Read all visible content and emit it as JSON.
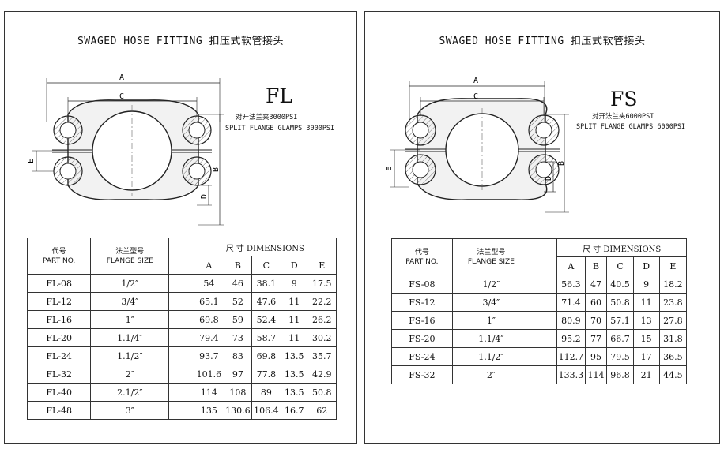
{
  "panels": [
    {
      "title": "SWAGED HOSE FITTING  扣压式软管接头",
      "series_code": "FL",
      "spec_cn": "对开法兰夹3000PSI",
      "spec_en": "SPLIT FLANGE GLAMPS 3000PSI",
      "dimension_labels": [
        "A",
        "C",
        "B",
        "E",
        "D"
      ],
      "table": {
        "code_header_cn": "代号",
        "code_header_en": "PART NO.",
        "flange_header_cn": "法兰型号",
        "flange_header_en": "FLANGE SIZE",
        "dims_header": "尺 寸 DIMENSIONS",
        "columns": [
          "A",
          "B",
          "C",
          "D",
          "E"
        ],
        "rows": [
          {
            "part": "FL-08",
            "size": "1/2″",
            "dims": [
              "54",
              "46",
              "38.1",
              "9",
              "17.5"
            ]
          },
          {
            "part": "FL-12",
            "size": "3/4″",
            "dims": [
              "65.1",
              "52",
              "47.6",
              "11",
              "22.2"
            ]
          },
          {
            "part": "FL-16",
            "size": "1″",
            "dims": [
              "69.8",
              "59",
              "52.4",
              "11",
              "26.2"
            ]
          },
          {
            "part": "FL-20",
            "size": "1.1/4″",
            "dims": [
              "79.4",
              "73",
              "58.7",
              "11",
              "30.2"
            ]
          },
          {
            "part": "FL-24",
            "size": "1.1/2″",
            "dims": [
              "93.7",
              "83",
              "69.8",
              "13.5",
              "35.7"
            ]
          },
          {
            "part": "FL-32",
            "size": "2″",
            "dims": [
              "101.6",
              "97",
              "77.8",
              "13.5",
              "42.9"
            ]
          },
          {
            "part": "FL-40",
            "size": "2.1/2″",
            "dims": [
              "114",
              "108",
              "89",
              "13.5",
              "50.8"
            ]
          },
          {
            "part": "FL-48",
            "size": "3″",
            "dims": [
              "135",
              "130.6",
              "106.4",
              "16.7",
              "62"
            ]
          }
        ]
      }
    },
    {
      "title": "SWAGED HOSE FITTING  扣压式软管接头",
      "series_code": "FS",
      "spec_cn": "对开法兰夹6000PSI",
      "spec_en": "SPLIT FLANGE GLAMPS 6000PSI",
      "dimension_labels": [
        "A",
        "C",
        "B",
        "E",
        "D"
      ],
      "table": {
        "code_header_cn": "代号",
        "code_header_en": "PART NO.",
        "flange_header_cn": "法兰型号",
        "flange_header_en": "FLANGE SIZE",
        "dims_header": "尺 寸 DIMENSIONS",
        "columns": [
          "A",
          "B",
          "C",
          "D",
          "E"
        ],
        "rows": [
          {
            "part": "FS-08",
            "size": "1/2″",
            "dims": [
              "56.3",
              "47",
              "40.5",
              "9",
              "18.2"
            ]
          },
          {
            "part": "FS-12",
            "size": "3/4″",
            "dims": [
              "71.4",
              "60",
              "50.8",
              "11",
              "23.8"
            ]
          },
          {
            "part": "FS-16",
            "size": "1″",
            "dims": [
              "80.9",
              "70",
              "57.1",
              "13",
              "27.8"
            ]
          },
          {
            "part": "FS-20",
            "size": "1.1/4″",
            "dims": [
              "95.2",
              "77",
              "66.7",
              "15",
              "31.8"
            ]
          },
          {
            "part": "FS-24",
            "size": "1.1/2″",
            "dims": [
              "112.7",
              "95",
              "79.5",
              "17",
              "36.5"
            ]
          },
          {
            "part": "FS-32",
            "size": "2″",
            "dims": [
              "133.3",
              "114",
              "96.8",
              "21",
              "44.5"
            ]
          }
        ]
      }
    }
  ]
}
